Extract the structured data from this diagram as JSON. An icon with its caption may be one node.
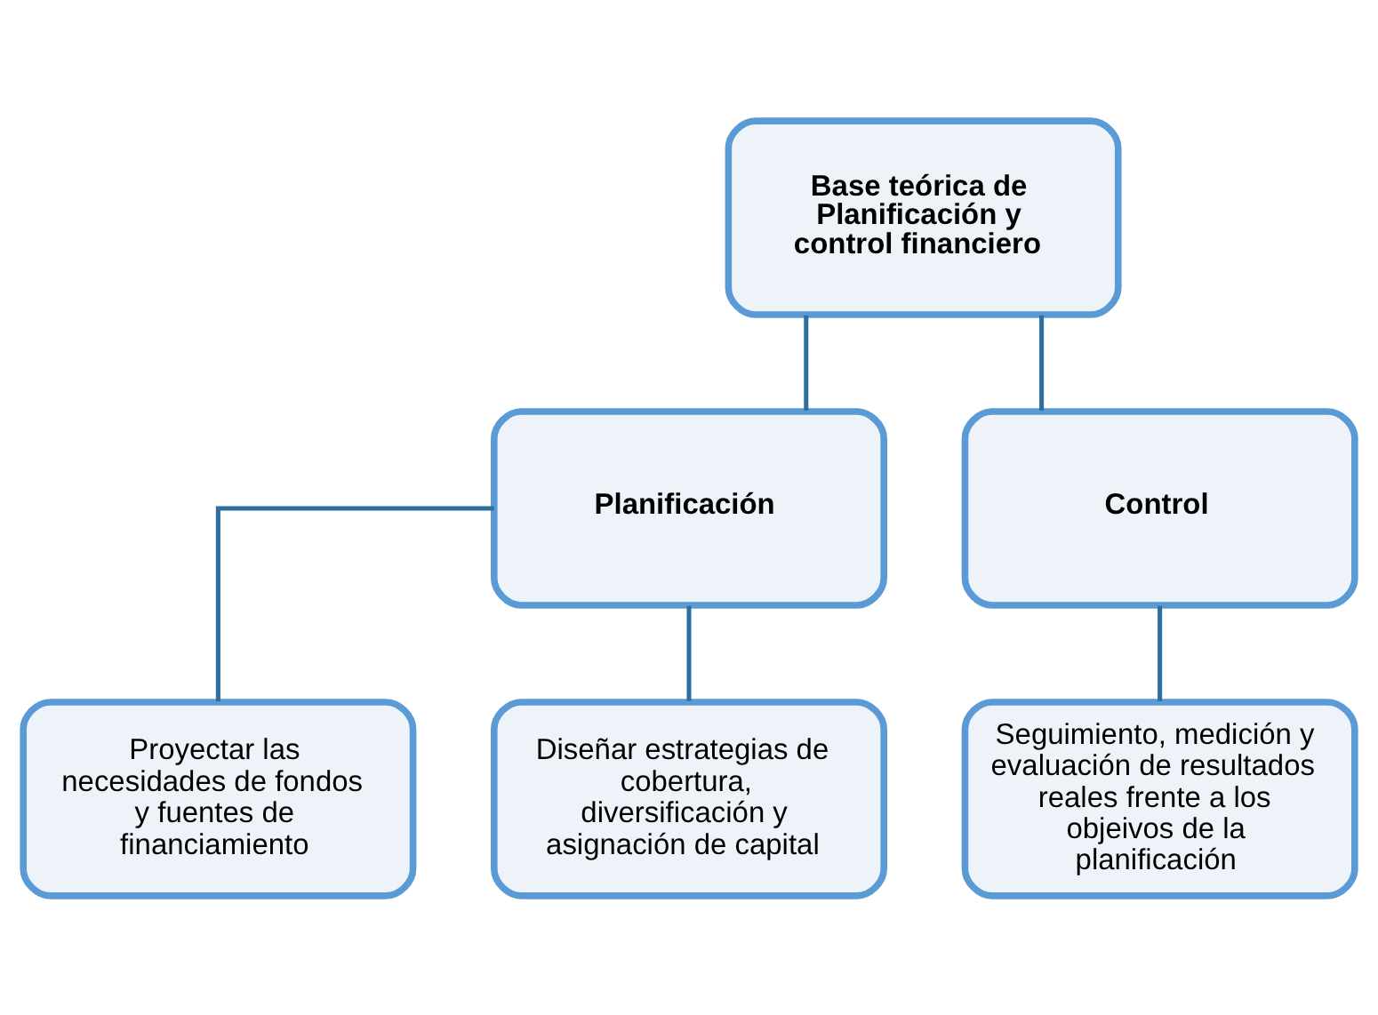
{
  "diagram": {
    "nodes": [
      {
        "text": [
          "Base teórica de Planificación y control financiero"
        ]
      },
      {
        "text": [
          "Planificación"
        ]
      },
      {
        "text": [
          "Control"
        ]
      },
      {
        "text": [
          "Proyectar las necesidades de fondos y fuentes de financiamiento"
        ]
      },
      {
        "text": [
          "Diseñar estrategias de cobertura, diversificación y asignación de capital"
        ]
      },
      {
        "text": [
          "Seguimiento, medición y evaluación de resultados reales frente a los objeivos de la planificación"
        ]
      }
    ],
    "edges": [
      {
        "from": 0,
        "to": 1,
        "arrow": "none"
      },
      {
        "from": 0,
        "to": 2,
        "arrow": "none"
      },
      {
        "from": 1,
        "to": 3,
        "arrow": "none"
      },
      {
        "from": 1,
        "to": 4,
        "arrow": "none"
      },
      {
        "from": 2,
        "to": 5,
        "arrow": "none"
      }
    ]
  }
}
